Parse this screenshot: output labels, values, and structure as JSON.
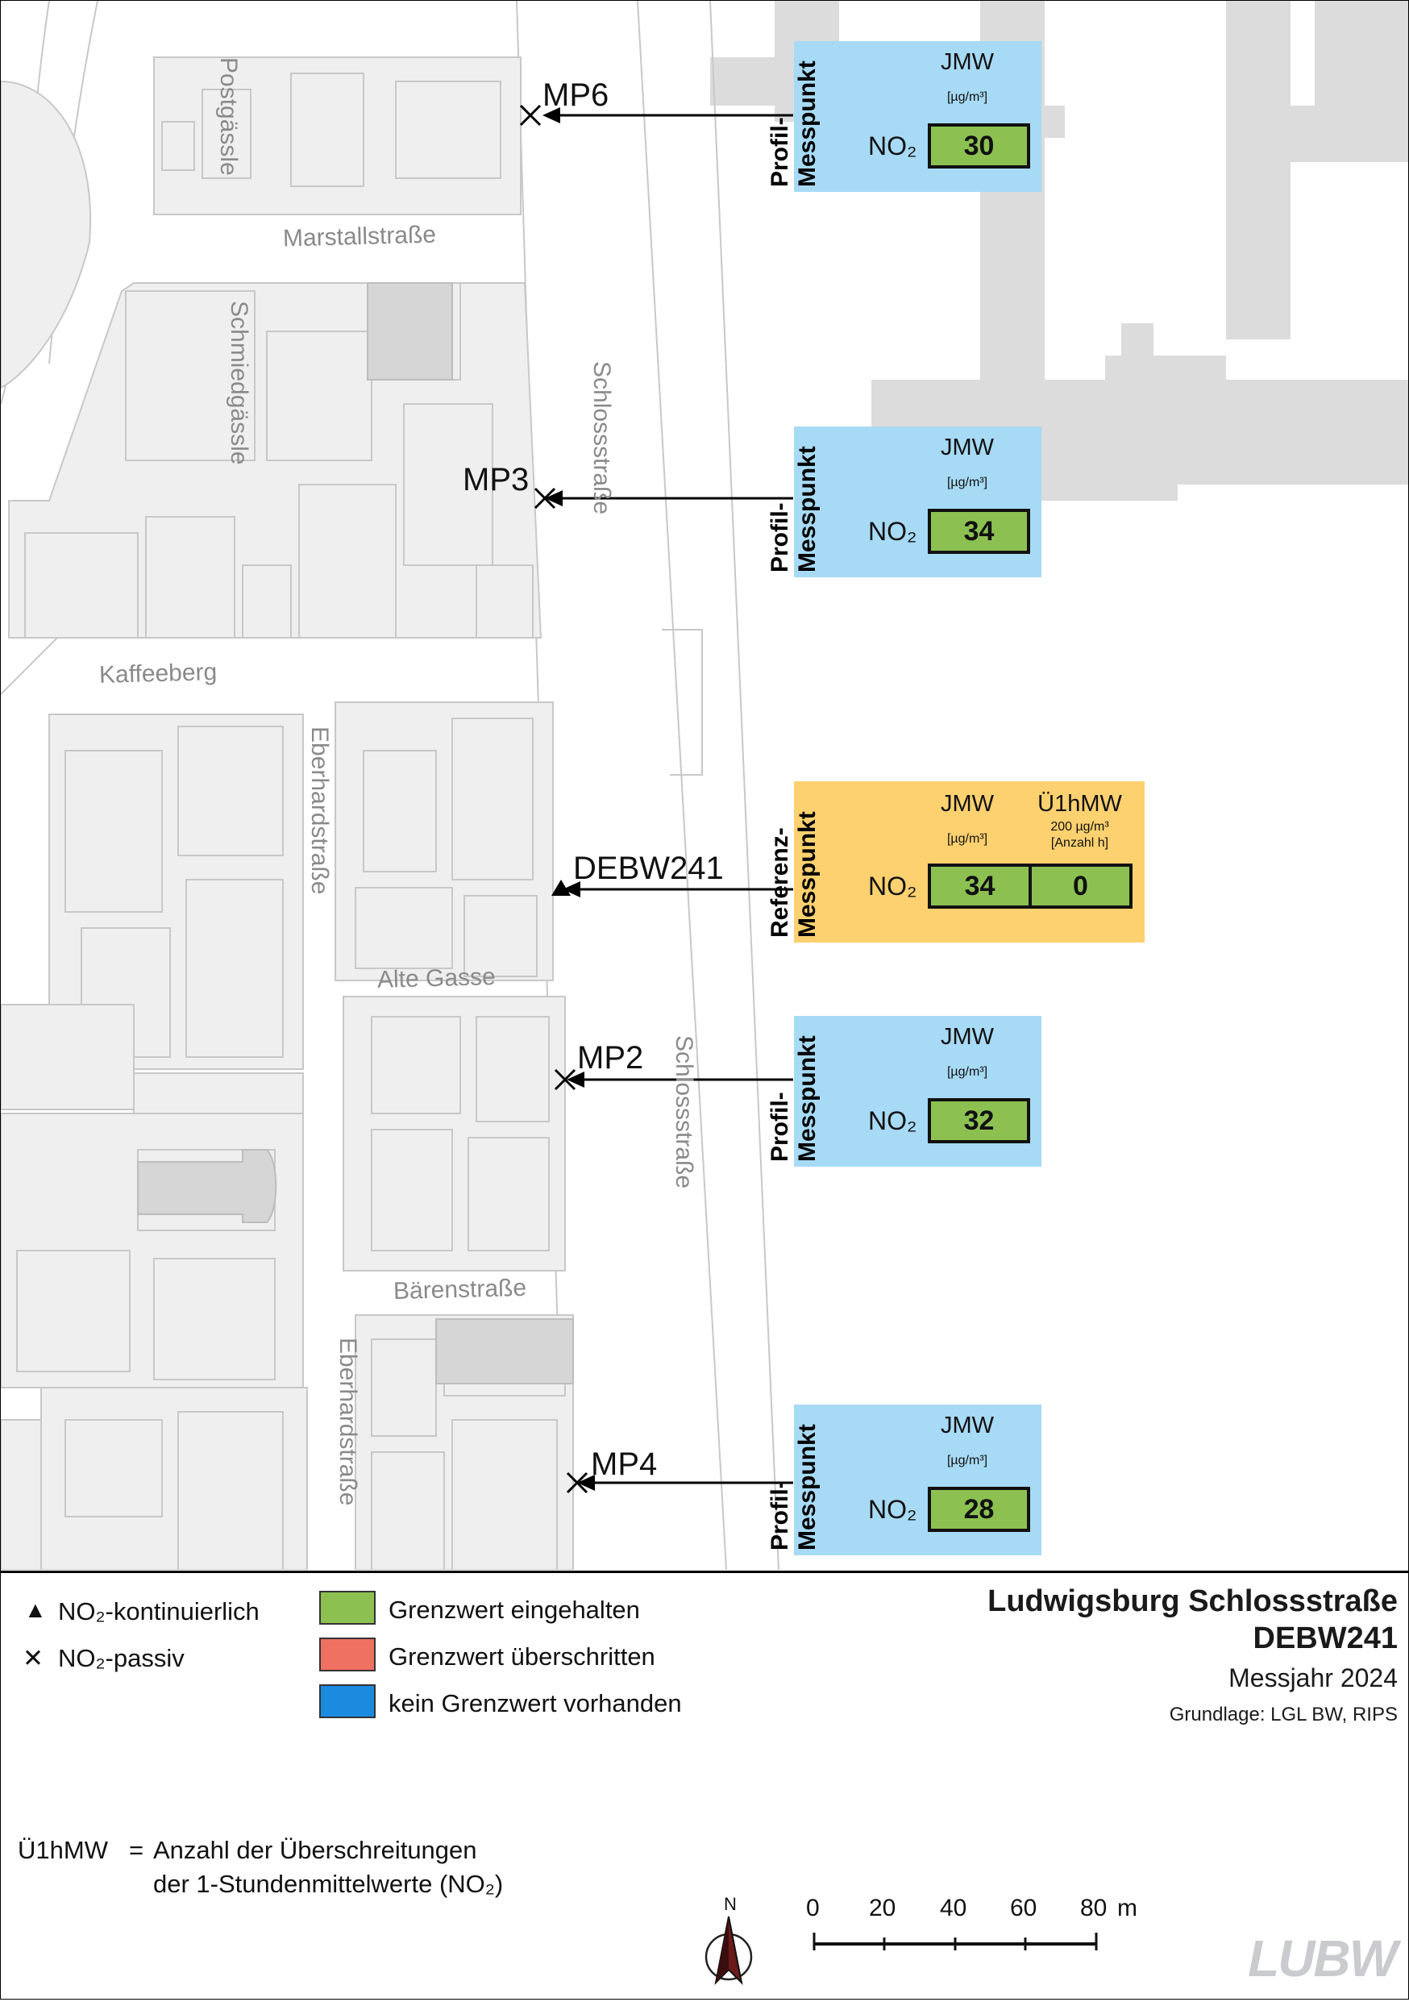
{
  "streets": {
    "postgaessle": "Postgässle",
    "marstallstrasse": "Marstallstraße",
    "schmiedgaessle": "Schmiedgässle",
    "schlossstrasse_north": "Schlossstraße",
    "kaffeeberg": "Kaffeeberg",
    "eberhardstrasse_north": "Eberhardstraße",
    "alte_gasse": "Alte Gasse",
    "schlossstrasse_south": "Schlossstraße",
    "baerenstrasse": "Bärenstraße",
    "eberhardstrasse_south": "Eberhardstraße"
  },
  "points": [
    {
      "id": "MP6",
      "type": "passive"
    },
    {
      "id": "MP3",
      "type": "passive"
    },
    {
      "id": "DEBW241",
      "type": "continuous"
    },
    {
      "id": "MP2",
      "type": "passive"
    },
    {
      "id": "MP4",
      "type": "passive"
    }
  ],
  "boxes": {
    "mp6": {
      "side": "Profil-\nMesspunkt",
      "hdr": "JMW",
      "unit": "[µg/m³]",
      "param": "NO₂",
      "value": "30"
    },
    "mp3": {
      "side": "Profil-\nMesspunkt",
      "hdr": "JMW",
      "unit": "[µg/m³]",
      "param": "NO₂",
      "value": "34"
    },
    "debw241": {
      "side": "Referenz-\nMesspunkt",
      "hdr": "JMW",
      "unit": "[µg/m³]",
      "hdr2": "Ü1hMW",
      "unit2a": "200 µg/m³",
      "unit2b": "[Anzahl h]",
      "param": "NO₂",
      "value": "34",
      "value2": "0"
    },
    "mp2": {
      "side": "Profil-\nMesspunkt",
      "hdr": "JMW",
      "unit": "[µg/m³]",
      "param": "NO₂",
      "value": "32"
    },
    "mp4": {
      "side": "Profil-\nMesspunkt",
      "hdr": "JMW",
      "unit": "[µg/m³]",
      "param": "NO₂",
      "value": "28"
    }
  },
  "colors": {
    "profile_box": "#a7daf5",
    "reference_box": "#fdd16f",
    "limit_kept": "#8cc152",
    "limit_exceeded": "#ef7162",
    "no_limit": "#1b8be0"
  },
  "legend": {
    "symbols": [
      {
        "symbol": "▲",
        "label": "NO₂-kontinuierlich"
      },
      {
        "symbol": "✕",
        "label": "NO₂-passiv"
      }
    ],
    "categories": [
      {
        "label": "Grenzwert eingehalten"
      },
      {
        "label": "Grenzwert überschritten"
      },
      {
        "label": "kein Grenzwert vorhanden"
      }
    ],
    "footnote_term": "Ü1hMW",
    "footnote_eq": "=",
    "footnote_line1": "Anzahl der Überschreitungen",
    "footnote_line2": "der 1-Stundenmittelwerte (NO₂)"
  },
  "title": {
    "line1": "Ludwigsburg Schlossstraße",
    "line2": "DEBW241",
    "year": "Messjahr 2024",
    "source": "Grundlage: LGL BW, RIPS"
  },
  "north_arrow": "N",
  "scale_bar": {
    "ticks": [
      "0",
      "20",
      "40",
      "60",
      "80"
    ],
    "unit": "m"
  },
  "logo": "LUBW"
}
